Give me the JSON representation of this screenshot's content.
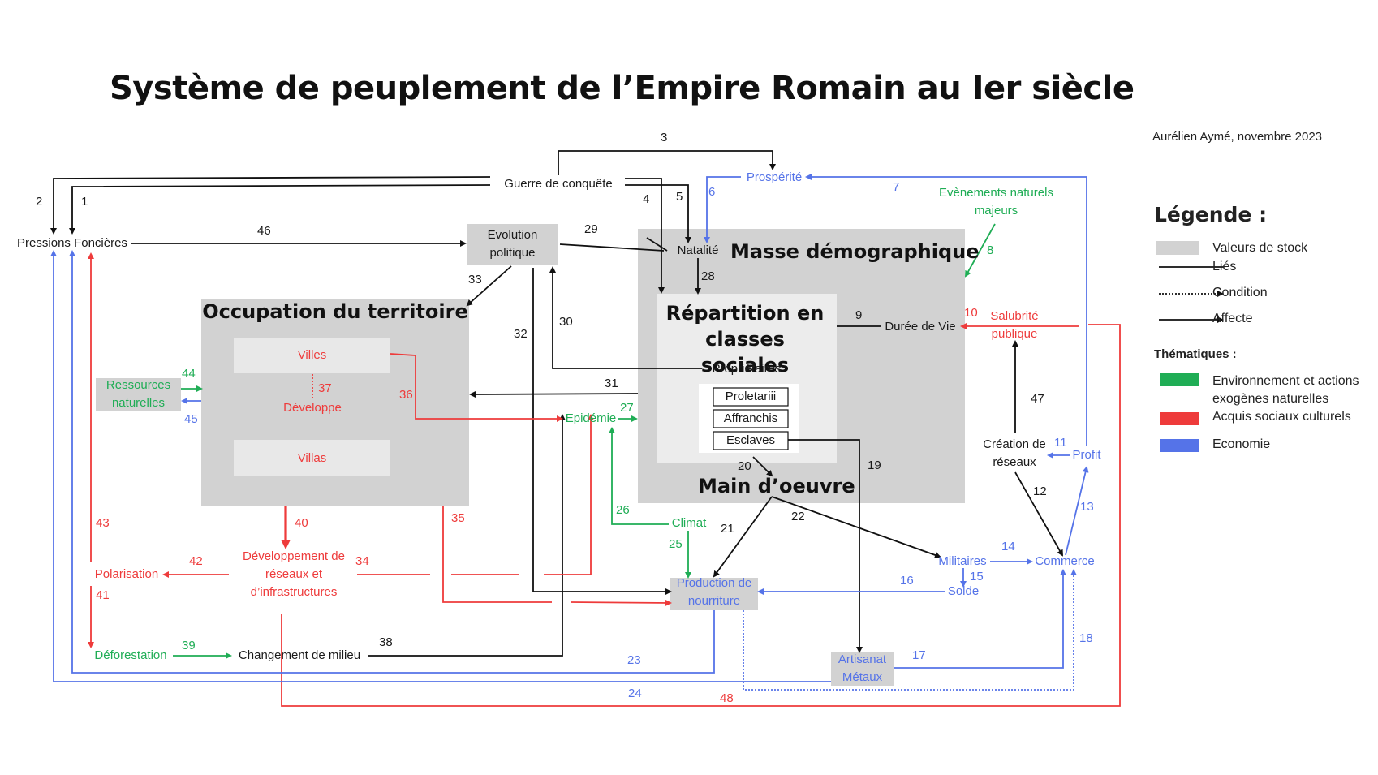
{
  "title": "Système de peuplement de l’Empire Romain au Ier siècle",
  "author": "Aurélien Aymé, novembre 2023",
  "legend": {
    "heading": "Légende  :",
    "stock": "Valeurs de stock",
    "linked": "Liés",
    "condition": "Condition",
    "affects": "Affecte",
    "themes_heading": "Thématiques :",
    "env": "Environnement et actions exogènes naturelles",
    "social": "Acquis  sociaux culturels",
    "economy": "Economie"
  },
  "colors": {
    "stock": "#d2d2d2",
    "green": "#1fad55",
    "red": "#ee3b3b",
    "blue": "#5573e8",
    "black": "#111111"
  },
  "boxes": {
    "occupation": "Occupation du territoire",
    "masse": "Masse démographique",
    "repartition": "Répartition en classes sociales",
    "main_oeuvre": "Main d’oeuvre",
    "villes": "Villes",
    "villas": "Villas",
    "developpe": "Développe",
    "proletarii": "Proletariii",
    "affranchis": "Affranchis",
    "esclaves": "Esclaves",
    "proprietaires": "Propriétaires"
  },
  "nodes": {
    "pressions": "Pressions Foncières",
    "guerre": "Guerre de conquête",
    "evolution": "Evolution politique",
    "natalite": "Natalité",
    "prosperite": "Prospérité",
    "evenements": "Evènements naturels majeurs",
    "duree": "Durée de Vie",
    "salubrite": "Salubrité publique",
    "ressources": "Ressources naturelles",
    "epidemie": "Epidémie",
    "climat": "Climat",
    "production": "Production de nourriture",
    "developpement": "Développement de réseaux et d’infrastructures",
    "polarisation": "Polarisation",
    "deforestation": "Déforestation",
    "changement": "Changement de milieu",
    "militaires": "Militaires",
    "solde": "Solde",
    "commerce": "Commerce",
    "creation": "Création de réseaux",
    "profit": "Profit",
    "artisanat": "Artisanat Métaux"
  },
  "links": [
    "1",
    "2",
    "3",
    "4",
    "5",
    "6",
    "7",
    "8",
    "9",
    "10",
    "11",
    "12",
    "13",
    "14",
    "15",
    "16",
    "17",
    "18",
    "19",
    "20",
    "21",
    "22",
    "23",
    "24",
    "25",
    "26",
    "27",
    "28",
    "29",
    "30",
    "31",
    "32",
    "33",
    "34",
    "35",
    "36",
    "37",
    "38",
    "39",
    "40",
    "41",
    "42",
    "43",
    "44",
    "45",
    "46",
    "47",
    "48"
  ]
}
